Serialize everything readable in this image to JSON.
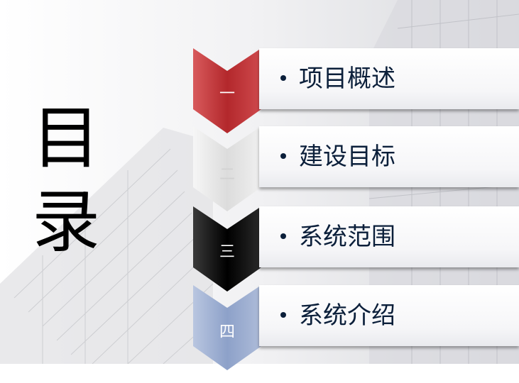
{
  "title": {
    "line1": "目",
    "line2": "录"
  },
  "toc": [
    {
      "num": "一",
      "label": "项目概述",
      "color": "#c0393c"
    },
    {
      "num": "二",
      "label": "建设目标",
      "color": "#e8e8e8"
    },
    {
      "num": "三",
      "label": "系统范围",
      "color": "#0a0a0a"
    },
    {
      "num": "四",
      "label": "系统介绍",
      "color": "#9eb0d3"
    }
  ]
}
